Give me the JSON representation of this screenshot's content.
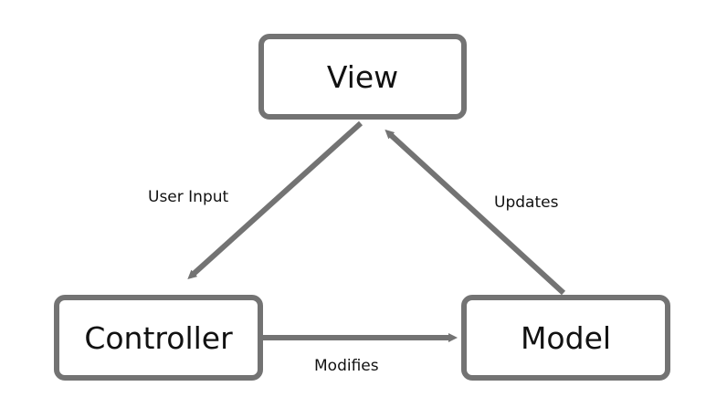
{
  "diagram": {
    "nodes": {
      "view": "View",
      "controller": "Controller",
      "model": "Model"
    },
    "edges": {
      "user_input": "User Input",
      "updates": "Updates",
      "modifies": "Modifies"
    },
    "colors": {
      "stroke": "#737373",
      "text": "#111111",
      "background": "#ffffff"
    }
  }
}
